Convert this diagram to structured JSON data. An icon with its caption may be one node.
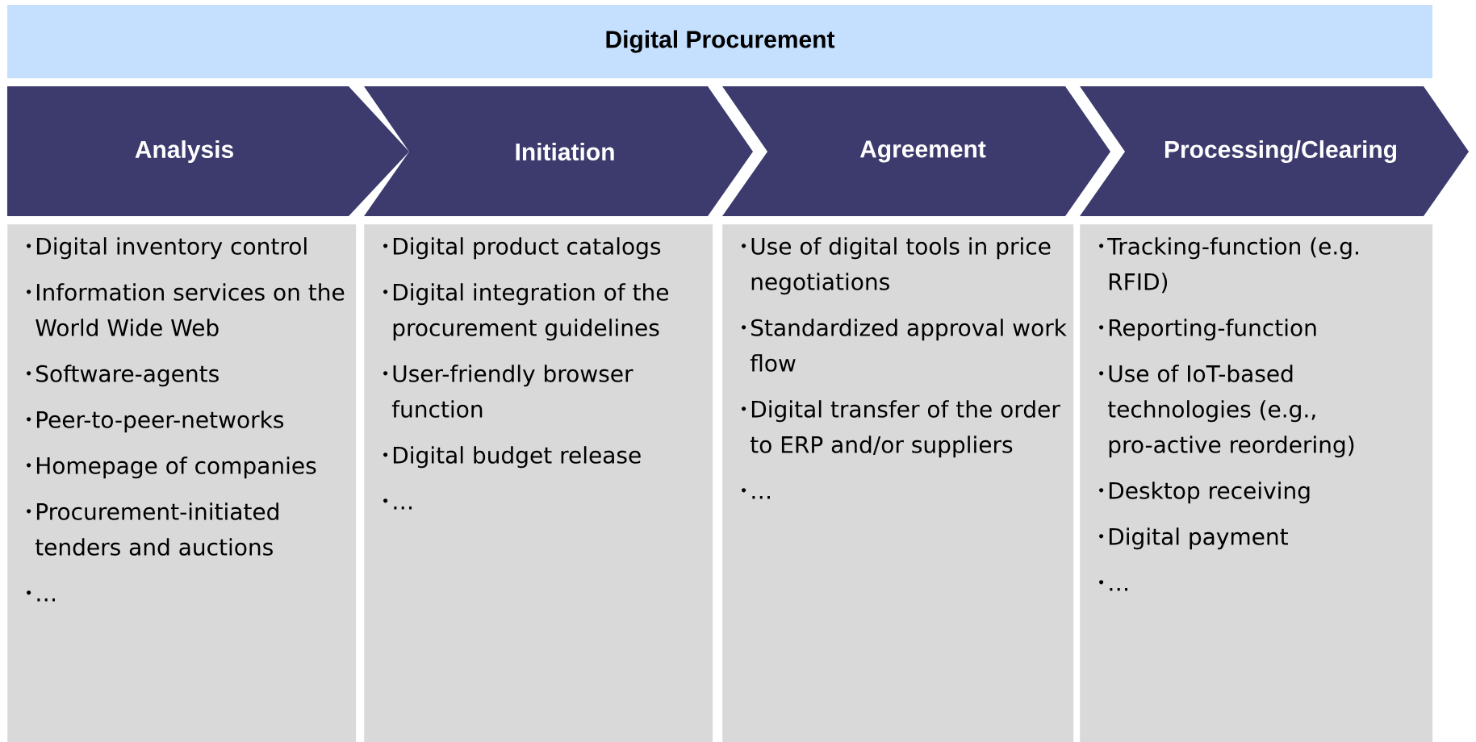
{
  "diagram": {
    "nodes": [
      {
        "text": [
          "Digital Procurement"
        ]
      },
      {
        "text": [
          "Analysis"
        ]
      },
      {
        "text": [
          "Initiation"
        ]
      },
      {
        "text": [
          "Agreement"
        ]
      },
      {
        "text": [
          "Processing/Clearing"
        ]
      },
      {
        "text": [
          "Digital inventory control",
          "Information services on the World Wide Web",
          "Software-agents",
          "Peer-to-peer-networks",
          "Homepage of companies",
          "Procurement-initiated tenders and auctions",
          "…"
        ]
      },
      {
        "text": [
          "Digital product catalogs",
          "Digital integration of the procurement guidelines",
          "User-friendly browser function",
          "Digital budget release",
          "…"
        ]
      },
      {
        "text": [
          "Use of digital tools in price negotiations",
          "Standardized approval work flow",
          "Digital transfer of the order to ERP and/or suppliers",
          "…"
        ]
      },
      {
        "text": [
          "Tracking-function (e.g. RFID)",
          "Reporting-function",
          "Use of IoT-based technologies (e.g., pro-active reordering)",
          "Desktop receiving",
          "Digital payment",
          "…"
        ]
      }
    ]
  }
}
